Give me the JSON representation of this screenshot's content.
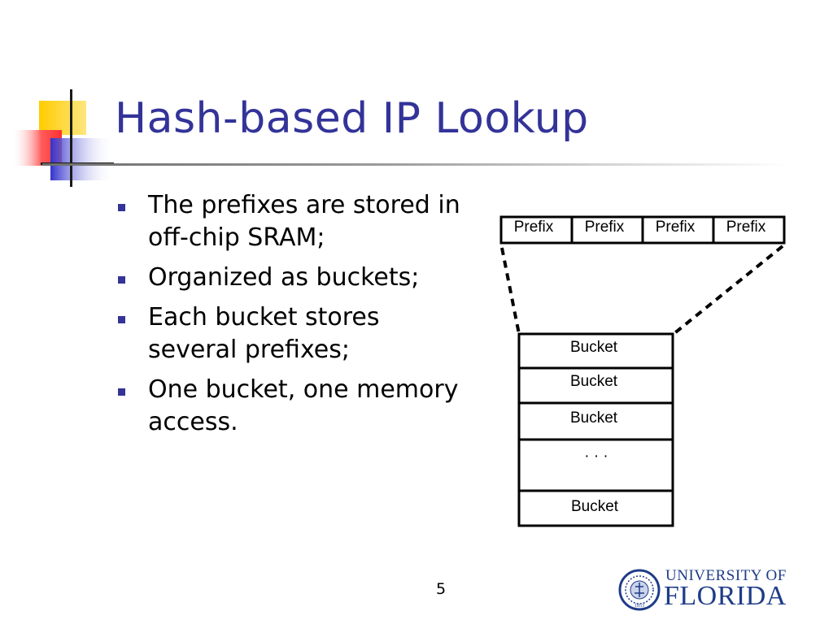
{
  "slide": {
    "title": "Hash-based IP Lookup",
    "page_number": "5"
  },
  "bullets": [
    "The prefixes are stored in off-chip SRAM;",
    "Organized as buckets;",
    "Each bucket stores several prefixes;",
    "One bucket, one memory access."
  ],
  "diagram": {
    "prefix_cells": [
      "Prefix",
      "Prefix",
      "Prefix",
      "Prefix"
    ],
    "bucket_labels": [
      "Bucket",
      "Bucket",
      "Bucket",
      "· · ·",
      "Bucket"
    ]
  },
  "logo": {
    "line1": "UNIVERSITY OF",
    "line2": "FLORIDA",
    "seal_year": "1853"
  },
  "colors": {
    "title": "#333399",
    "bullet": "#333399",
    "logo": "#1f3c88",
    "deco_yellow": "#ffcc00",
    "deco_red": "#ff4040",
    "deco_blue": "#3333cc"
  }
}
